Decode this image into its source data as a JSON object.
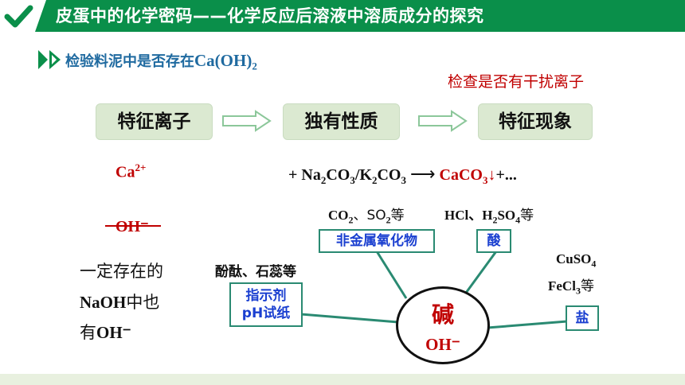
{
  "header": {
    "title": "皮蛋中的化学密码——化学反应后溶液中溶质成分的探究"
  },
  "subtitle": {
    "text": "检验料泥中是否存在",
    "formula_main": "Ca(OH)",
    "formula_sub": "2"
  },
  "note_interfering": "检查是否有干扰离子",
  "flow": {
    "box1": "特征离子",
    "box2": "独有性质",
    "box3": "特征现象"
  },
  "ions": {
    "ca_base": "Ca",
    "ca_sup": "2+",
    "oh_struck": "OH⁻"
  },
  "reaction": {
    "plus1": "+ Na",
    "s1": "2",
    "co1": "CO",
    "s2": "3",
    "slash": "/K",
    "s3": "2",
    "co2": "CO",
    "s4": "3",
    "arrow": "⟶",
    "product": "CaCO",
    "s5": "3",
    "down": "↓",
    "tail": "+..."
  },
  "left_note": {
    "line1": "一定存在的",
    "line2_main": "NaOH",
    "line2_tail": "中也",
    "line3_main": "有",
    "line3_ion": "OH⁻"
  },
  "mindmap": {
    "nonmetal_oxide": "非金属氧化物",
    "acid": "酸",
    "indicator_line1": "指示剂",
    "indicator_line2": "pH试纸",
    "salt": "盐",
    "center_title": "碱",
    "center_ion": "OH⁻"
  },
  "notes": {
    "oxides": {
      "co": "CO",
      "s1": "2",
      "sep": "、SO",
      "s2": "2",
      "tail": "等"
    },
    "acids": {
      "a": "HCl、H",
      "s1": "2",
      "b": "SO",
      "s2": "4",
      "tail": "等"
    },
    "indicators": "酚酞、石蕊等",
    "salts": {
      "line1": "CuSO",
      "l1s": "4",
      "line2": "FeCl",
      "l2s": "3",
      "tail": "等"
    }
  },
  "colors": {
    "header_green": "#0a8f4a",
    "flow_box": "#dbe9d1",
    "red": "#c00000",
    "subtitle_blue": "#1f6aa0",
    "box_text_blue": "#1a3fd0",
    "box_border": "#2a8a72"
  }
}
